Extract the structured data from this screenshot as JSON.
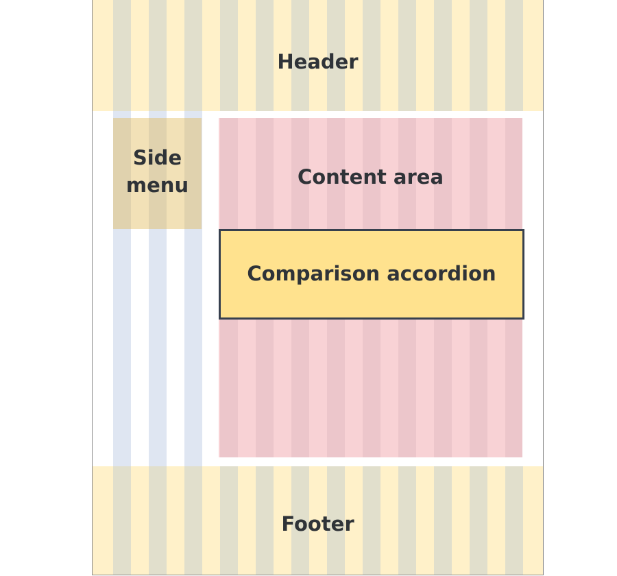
{
  "diagram": {
    "header": {
      "label": "Header"
    },
    "side_menu": {
      "label": "Side\nmenu"
    },
    "content_area": {
      "label": "Content area"
    },
    "accordion": {
      "label": "Comparison accordion"
    },
    "footer": {
      "label": "Footer"
    }
  },
  "colors": {
    "header_footer_bg": "#fff1c9",
    "header_footer_column": "#e1dfcc",
    "side_menu_bg": "#f0dcaa",
    "side_column": "#dfe6f2",
    "content_bg": "#f8d2d5",
    "content_column": "#ecc6cb",
    "accordion_bg": "#ffe28e",
    "accordion_border": "#37404e",
    "text": "#2f3338"
  }
}
